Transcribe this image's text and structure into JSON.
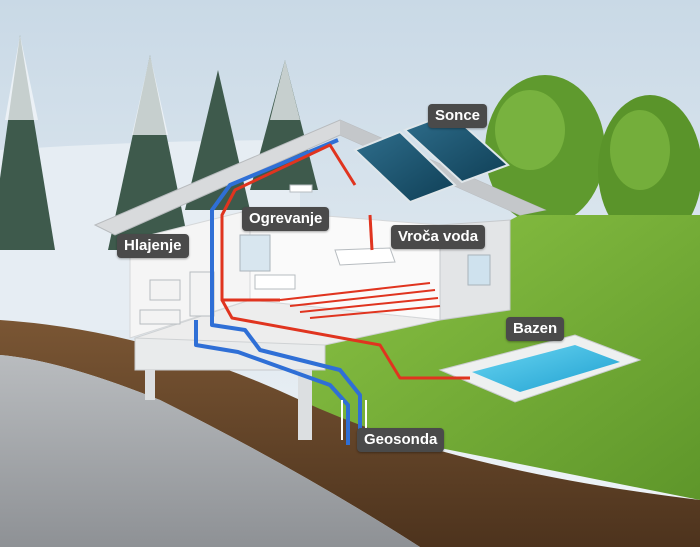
{
  "labels": {
    "sonce": "Sonce",
    "ogrevanje": "Ogrevanje",
    "hlajenje": "Hlajenje",
    "vroca_voda": "Vroča voda",
    "bazen": "Bazen",
    "geosonda": "Geosonda"
  },
  "colors": {
    "hot_pipe": "#e0341f",
    "cold_pipe": "#2f6fd6",
    "label_bg": "#4a4a4a",
    "grass": "#7fb43a",
    "soil": "#6b4a2b",
    "water": "#3fc0e6"
  }
}
